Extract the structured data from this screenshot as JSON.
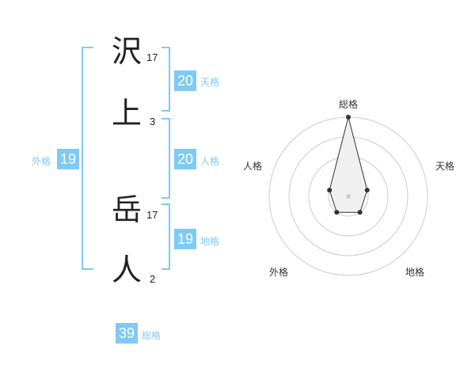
{
  "name": {
    "characters": [
      {
        "char": "沢",
        "strokes": "17"
      },
      {
        "char": "上",
        "strokes": "3"
      },
      {
        "char": "岳",
        "strokes": "17"
      },
      {
        "char": "人",
        "strokes": "2"
      }
    ]
  },
  "fortunes": {
    "tenkaku": {
      "value": "20",
      "label": "天格"
    },
    "jinkaku": {
      "value": "20",
      "label": "人格"
    },
    "chikaku": {
      "value": "19",
      "label": "地格"
    },
    "gaikaku": {
      "value": "19",
      "label": "外格"
    },
    "soukaku": {
      "value": "39",
      "label": "総格"
    }
  },
  "radar": {
    "axes": [
      "総格",
      "天格",
      "地格",
      "外格",
      "人格"
    ],
    "rings": 4,
    "max_level": 4,
    "levels": [
      4,
      1,
      1,
      1,
      1
    ],
    "colors": {
      "ring": "#cccccc",
      "fill": "#f0f0f0",
      "line": "#333333",
      "center": "#cccccc"
    }
  },
  "colors": {
    "accent": "#7fcaf5",
    "text": "#222222"
  }
}
